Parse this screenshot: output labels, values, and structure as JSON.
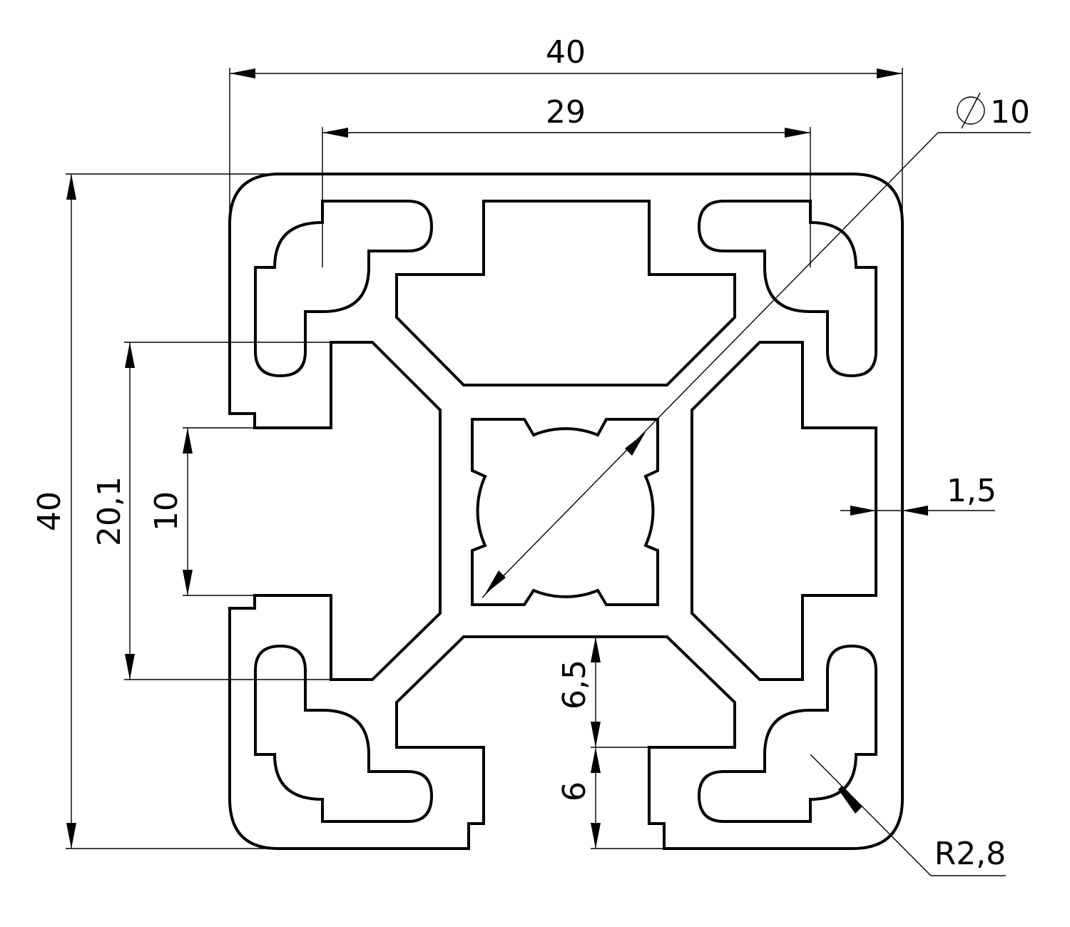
{
  "drawing": {
    "title": "40x40 aluminium profile cross-section",
    "dimensions": {
      "overall_width": "40",
      "slot_spacing": "29",
      "core_bore": "10",
      "diameter_symbol": "⌀",
      "wall_thickness": "1,5",
      "overall_height": "40",
      "slot_depth": "20,1",
      "slot_opening": "10",
      "slot_inner_depth": "6,5",
      "slot_lip_depth": "6",
      "corner_radius": "R2,8"
    }
  }
}
